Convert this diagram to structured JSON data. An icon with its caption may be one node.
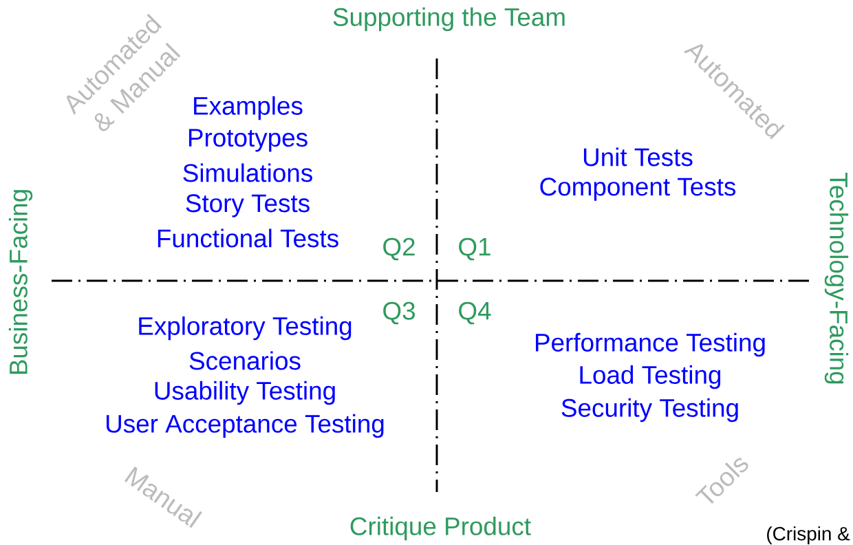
{
  "diagram": {
    "labels": [
      "Supporting the Team",
      "Automated & Manual",
      "Automated",
      "Examples",
      "Prototypes",
      "Simulations",
      "Unit Tests",
      "Story Tests",
      "Component Tests",
      "Functional Tests",
      "Business-Facing",
      "Technology-Facing",
      "Q2",
      "Q1",
      "Q3",
      "Q4",
      "Exploratory Testing",
      "Scenarios",
      "Performance Testing",
      "Usability Testing",
      "Load Testing",
      "Security Testing",
      "User Acceptance Testing",
      "Manual",
      "Tools",
      "Critique Product",
      "(Crispin &"
    ]
  }
}
